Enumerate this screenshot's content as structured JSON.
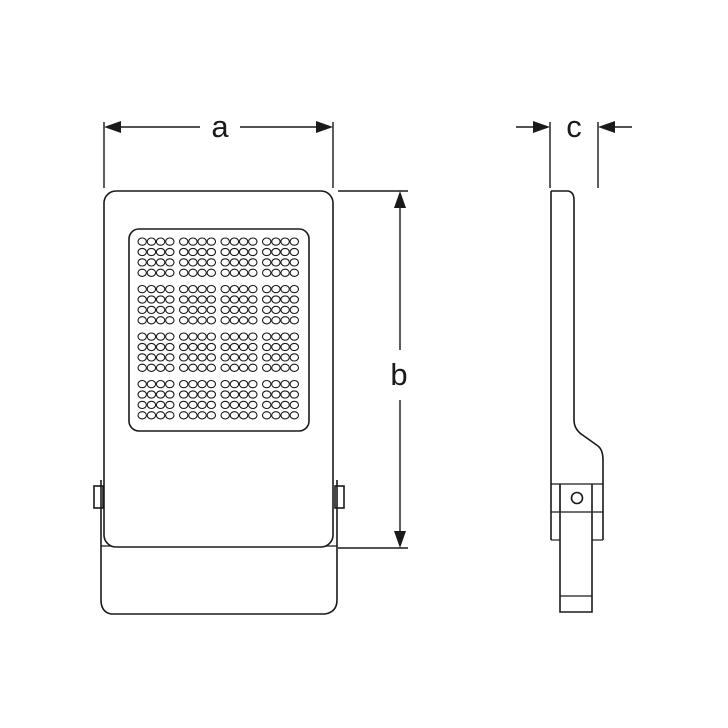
{
  "diagram": {
    "dimensions": {
      "width_label": "a",
      "height_label": "b",
      "depth_label": "c"
    },
    "led_array": {
      "block_rows": 4,
      "block_cols": 4,
      "leds_per_block_rows": 4,
      "leds_per_block_cols": 4
    }
  }
}
